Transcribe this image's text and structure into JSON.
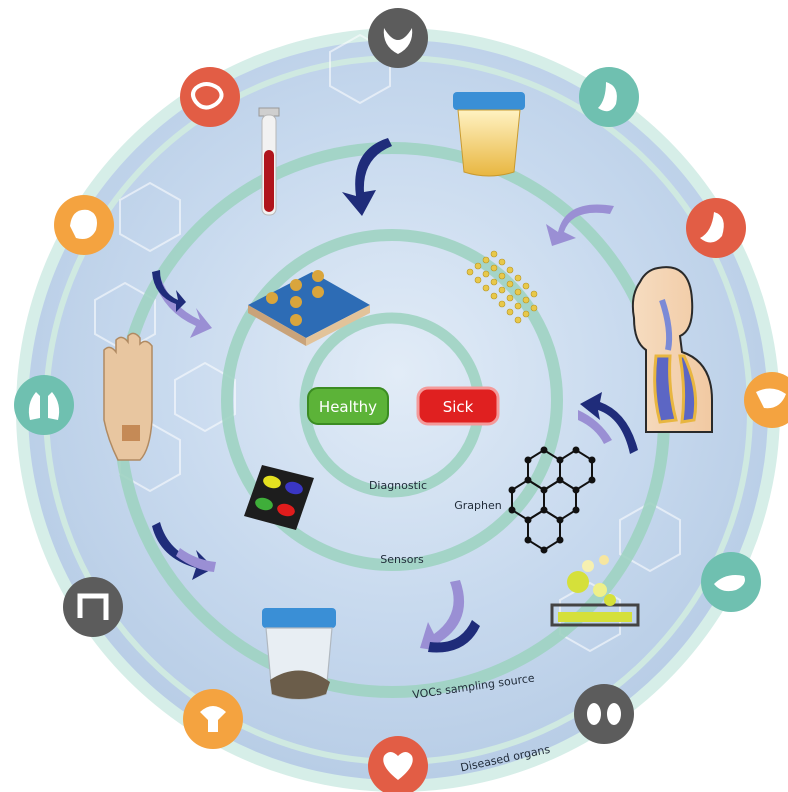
{
  "figure": {
    "center": {
      "healthy_label": "Healthy",
      "sick_label": "Sick",
      "healthy_color": "#5cb338",
      "sick_color": "#e02020"
    },
    "rings": {
      "diagnostic": "Diagnostic",
      "sensors": "Sensors",
      "sampling": "VOCs sampling source",
      "organs": "Diseased organs"
    },
    "sensor_labels": {
      "graphen": "Graphen"
    },
    "colors": {
      "ring_green": "#9fd3c2",
      "disk_blue": "#c9dcef",
      "arrow_dark": "#1f2c7a",
      "arrow_light": "#9a8fd4",
      "orange_icon": "#f4a340",
      "coral_icon": "#e25d45",
      "teal_icon": "#6fc0b0",
      "gray_icon": "#5c5c5c"
    },
    "organ_icons": [
      "bladder-icon",
      "stomach-icon",
      "stomach-icon",
      "liver-icon",
      "pancreas-icon",
      "kidneys-icon",
      "heart-icon",
      "uterus-icon",
      "colon-icon",
      "lungs-icon",
      "brain-icon",
      "intestine-icon"
    ],
    "sampling_sources": [
      "urine-cup-icon",
      "breath-person-icon",
      "stool-cup-icon",
      "skin-hand-icon",
      "blood-tube-icon"
    ]
  }
}
